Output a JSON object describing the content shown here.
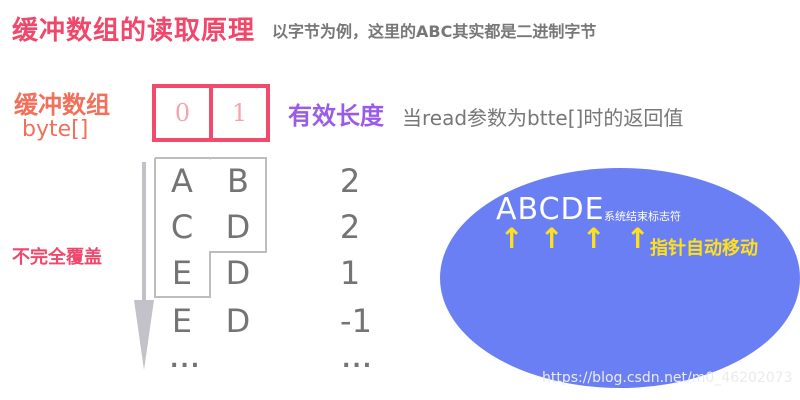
{
  "title": {
    "main": "缓冲数组的读取原理",
    "subtitle": "以字节为例，这里的ABC其实都是二进制字节"
  },
  "buffer": {
    "label": "缓冲数组",
    "type": "byte[]",
    "indices": [
      "0",
      "1"
    ]
  },
  "valid_length": {
    "heading": "有效长度",
    "description": "当read参数为btte[]时的返回值"
  },
  "reads": [
    {
      "cells": [
        "A",
        "B"
      ],
      "result": "2"
    },
    {
      "cells": [
        "C",
        "D"
      ],
      "result": "2"
    },
    {
      "cells": [
        "E",
        "D"
      ],
      "result": "1"
    },
    {
      "cells": [
        "E",
        "D"
      ],
      "result": "-1"
    }
  ],
  "continuation": {
    "cells": "...",
    "result": "..."
  },
  "partial_overwrite_label": "不完全覆盖",
  "stream": {
    "letters": "ABCDE",
    "end_marker_note": "系统结束标志符",
    "pointer_arrow": "↑",
    "pointer_label": "指针自动移动"
  },
  "watermark": "https://blog.csdn.net/m0_46202073",
  "colors": {
    "title_red": "#f0476a",
    "buffer_orange": "#f26f5a",
    "index_border": "#f14a6b",
    "index_text": "#f5a4ae",
    "valid_purple": "#9a5be6",
    "text_gray": "#747474",
    "ellipse_blue": "#6b7ff4",
    "pointer_yellow": "#ffe11a"
  }
}
